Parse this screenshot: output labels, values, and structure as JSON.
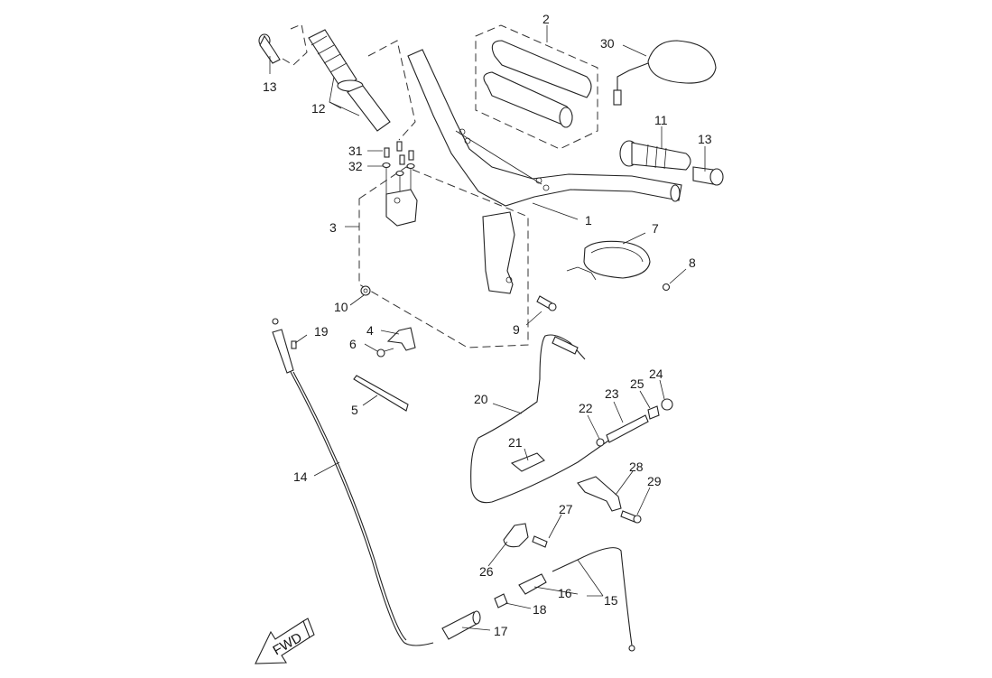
{
  "diagram": {
    "title": "Handlebar / cable assembly exploded parts diagram",
    "direction_marker": "FWD",
    "callouts": [
      {
        "id": "1",
        "label": "1",
        "part": "handlebar"
      },
      {
        "id": "2",
        "label": "2",
        "part": "handlebar-pad-set"
      },
      {
        "id": "3",
        "label": "3",
        "part": "handlebar-holder-assembly"
      },
      {
        "id": "4",
        "label": "4",
        "part": "bracket"
      },
      {
        "id": "5",
        "label": "5",
        "part": "cable-tie"
      },
      {
        "id": "6",
        "label": "6",
        "part": "bolt"
      },
      {
        "id": "7",
        "label": "7",
        "part": "cover"
      },
      {
        "id": "8",
        "label": "8",
        "part": "screw"
      },
      {
        "id": "9",
        "label": "9",
        "part": "bolt"
      },
      {
        "id": "10",
        "label": "10",
        "part": "nut"
      },
      {
        "id": "11",
        "label": "11",
        "part": "grip"
      },
      {
        "id": "12",
        "label": "12",
        "part": "throttle-grip"
      },
      {
        "id": "13a",
        "label": "13",
        "part": "grip-end-left"
      },
      {
        "id": "13b",
        "label": "13",
        "part": "grip-end-right"
      },
      {
        "id": "14",
        "label": "14",
        "part": "throttle-cable"
      },
      {
        "id": "15",
        "label": "15",
        "part": "cable"
      },
      {
        "id": "16",
        "label": "16",
        "part": "holder"
      },
      {
        "id": "17",
        "label": "17",
        "part": "grip"
      },
      {
        "id": "18",
        "label": "18",
        "part": "collar"
      },
      {
        "id": "19",
        "label": "19",
        "part": "screw"
      },
      {
        "id": "20",
        "label": "20",
        "part": "cable"
      },
      {
        "id": "21",
        "label": "21",
        "part": "clip"
      },
      {
        "id": "22",
        "label": "22",
        "part": "washer"
      },
      {
        "id": "23",
        "label": "23",
        "part": "spring"
      },
      {
        "id": "24",
        "label": "24",
        "part": "nut"
      },
      {
        "id": "25",
        "label": "25",
        "part": "collar"
      },
      {
        "id": "26",
        "label": "26",
        "part": "clamp"
      },
      {
        "id": "27",
        "label": "27",
        "part": "bolt"
      },
      {
        "id": "28",
        "label": "28",
        "part": "bracket"
      },
      {
        "id": "29",
        "label": "29",
        "part": "bolt"
      },
      {
        "id": "30",
        "label": "30",
        "part": "mirror"
      },
      {
        "id": "31",
        "label": "31",
        "part": "bolt"
      },
      {
        "id": "32",
        "label": "32",
        "part": "washer"
      }
    ]
  }
}
